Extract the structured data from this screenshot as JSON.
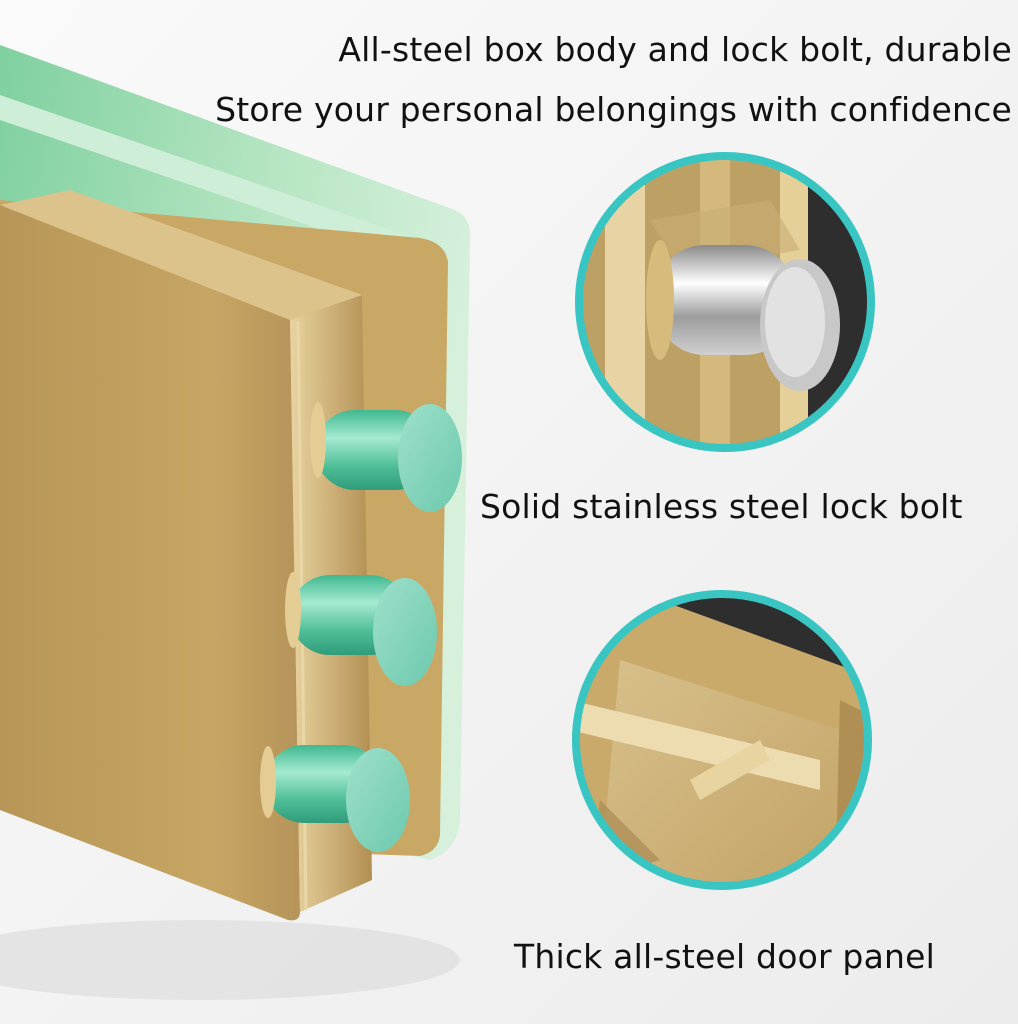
{
  "captions": {
    "headline_1": "All-steel box body and lock bolt, durable",
    "headline_2": "Store your personal belongings with confidence",
    "callout_bolt": "Solid stainless steel lock bolt",
    "callout_panel": "Thick all-steel door panel"
  },
  "colors": {
    "background": "#f4f4f4",
    "safe_body_green": "#9fdcb0",
    "door_gold": "#c5a463",
    "bolt_teal": "#5fc9a8",
    "callout_ring": "#39c6c3",
    "chrome": "#d8d8d8"
  }
}
